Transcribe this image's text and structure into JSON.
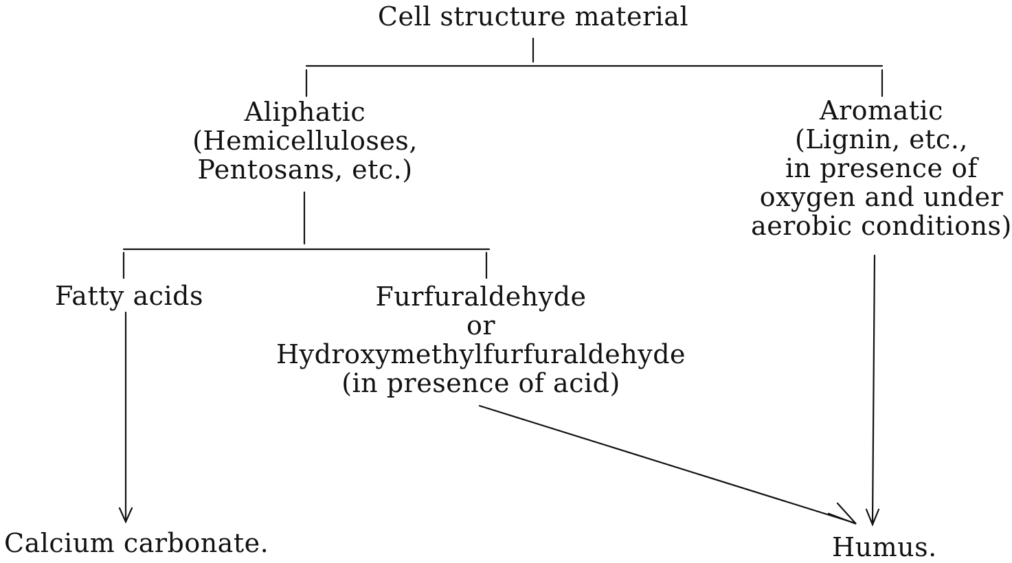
{
  "diagram": {
    "root": "Cell structure material",
    "aliphatic": {
      "title": "Aliphatic",
      "line1": "(Hemicelluloses,",
      "line2": "Pentosans, etc.)"
    },
    "aromatic": {
      "title": "Aromatic",
      "line1": "(Lignin, etc.,",
      "line2": "in presence of",
      "line3": "oxygen and under",
      "line4": "aerobic conditions)"
    },
    "fatty_acids": "Fatty acids",
    "furfural": {
      "line1": "Furfuraldehyde",
      "line2": "or",
      "line3": "Hydroxymethylfurfuraldehyde",
      "line4": "(in presence of acid)"
    },
    "calcium": "Calcium carbonate.",
    "humus": "Humus."
  },
  "colors": {
    "ink": "#111111",
    "background": "#ffffff"
  }
}
